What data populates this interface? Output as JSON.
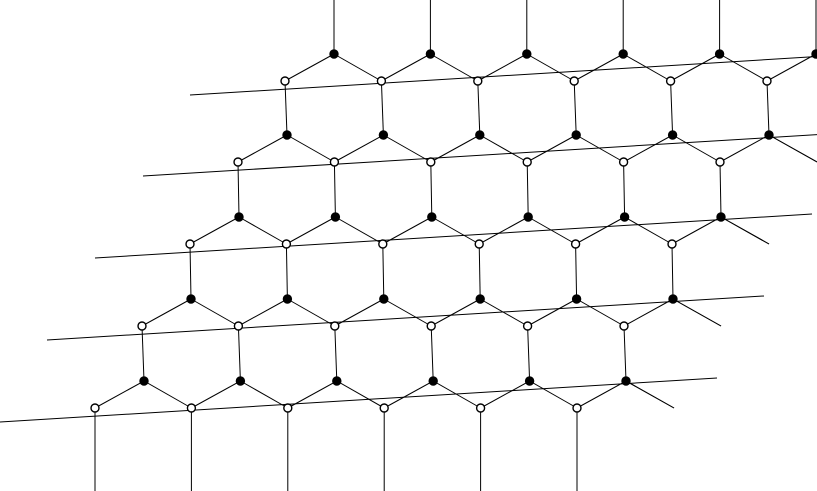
{
  "diagram": {
    "type": "honeycomb-lattice",
    "rows": [
      {
        "index": 0,
        "filled_count": 6,
        "open_count": 6,
        "ends_with_filled_node": true
      },
      {
        "index": 1,
        "filled_count": 6,
        "open_count": 6
      },
      {
        "index": 2,
        "filled_count": 6,
        "open_count": 6
      },
      {
        "index": 3,
        "filled_count": 6,
        "open_count": 6
      },
      {
        "index": 4,
        "filled_count": 6,
        "open_count": 6
      }
    ],
    "node_styles": {
      "filled": {
        "fill": "#000000",
        "stroke": "#000000"
      },
      "open": {
        "fill": "#ffffff",
        "stroke": "#000000"
      }
    },
    "line_color": "#000000"
  }
}
